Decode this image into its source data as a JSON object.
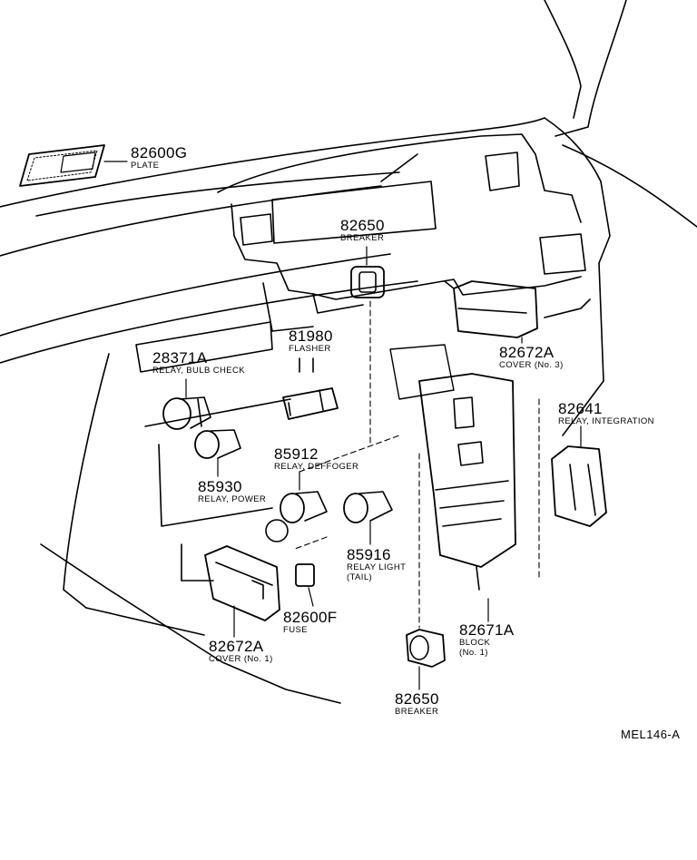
{
  "diagram_code": "MEL146-A",
  "callouts": [
    {
      "id": "plate",
      "part": "82600G",
      "desc": "PLATE"
    },
    {
      "id": "breaker_top",
      "part": "82650",
      "desc": "BREAKER"
    },
    {
      "id": "flasher",
      "part": "81980",
      "desc": "FLASHER"
    },
    {
      "id": "bulb_check",
      "part": "28371A",
      "desc": "RELAY, BULB CHECK"
    },
    {
      "id": "cover3",
      "part": "82672A",
      "desc": "COVER (No. 3)"
    },
    {
      "id": "integration",
      "part": "82641",
      "desc": "RELAY, INTEGRATION"
    },
    {
      "id": "deffoger",
      "part": "85912",
      "desc": "RELAY, DEFFOGER"
    },
    {
      "id": "power",
      "part": "85930",
      "desc": "RELAY, POWER"
    },
    {
      "id": "light",
      "part": "85916",
      "desc": "RELAY LIGHT",
      "desc2": "(TAIL)"
    },
    {
      "id": "fuse",
      "part": "82600F",
      "desc": "FUSE"
    },
    {
      "id": "cover1",
      "part": "82672A",
      "desc": "COVER (No. 1)"
    },
    {
      "id": "block",
      "part": "82671A",
      "desc": "BLOCK",
      "desc2": "(No. 1)"
    },
    {
      "id": "breaker_bottom",
      "part": "82650",
      "desc": "BREAKER"
    }
  ]
}
